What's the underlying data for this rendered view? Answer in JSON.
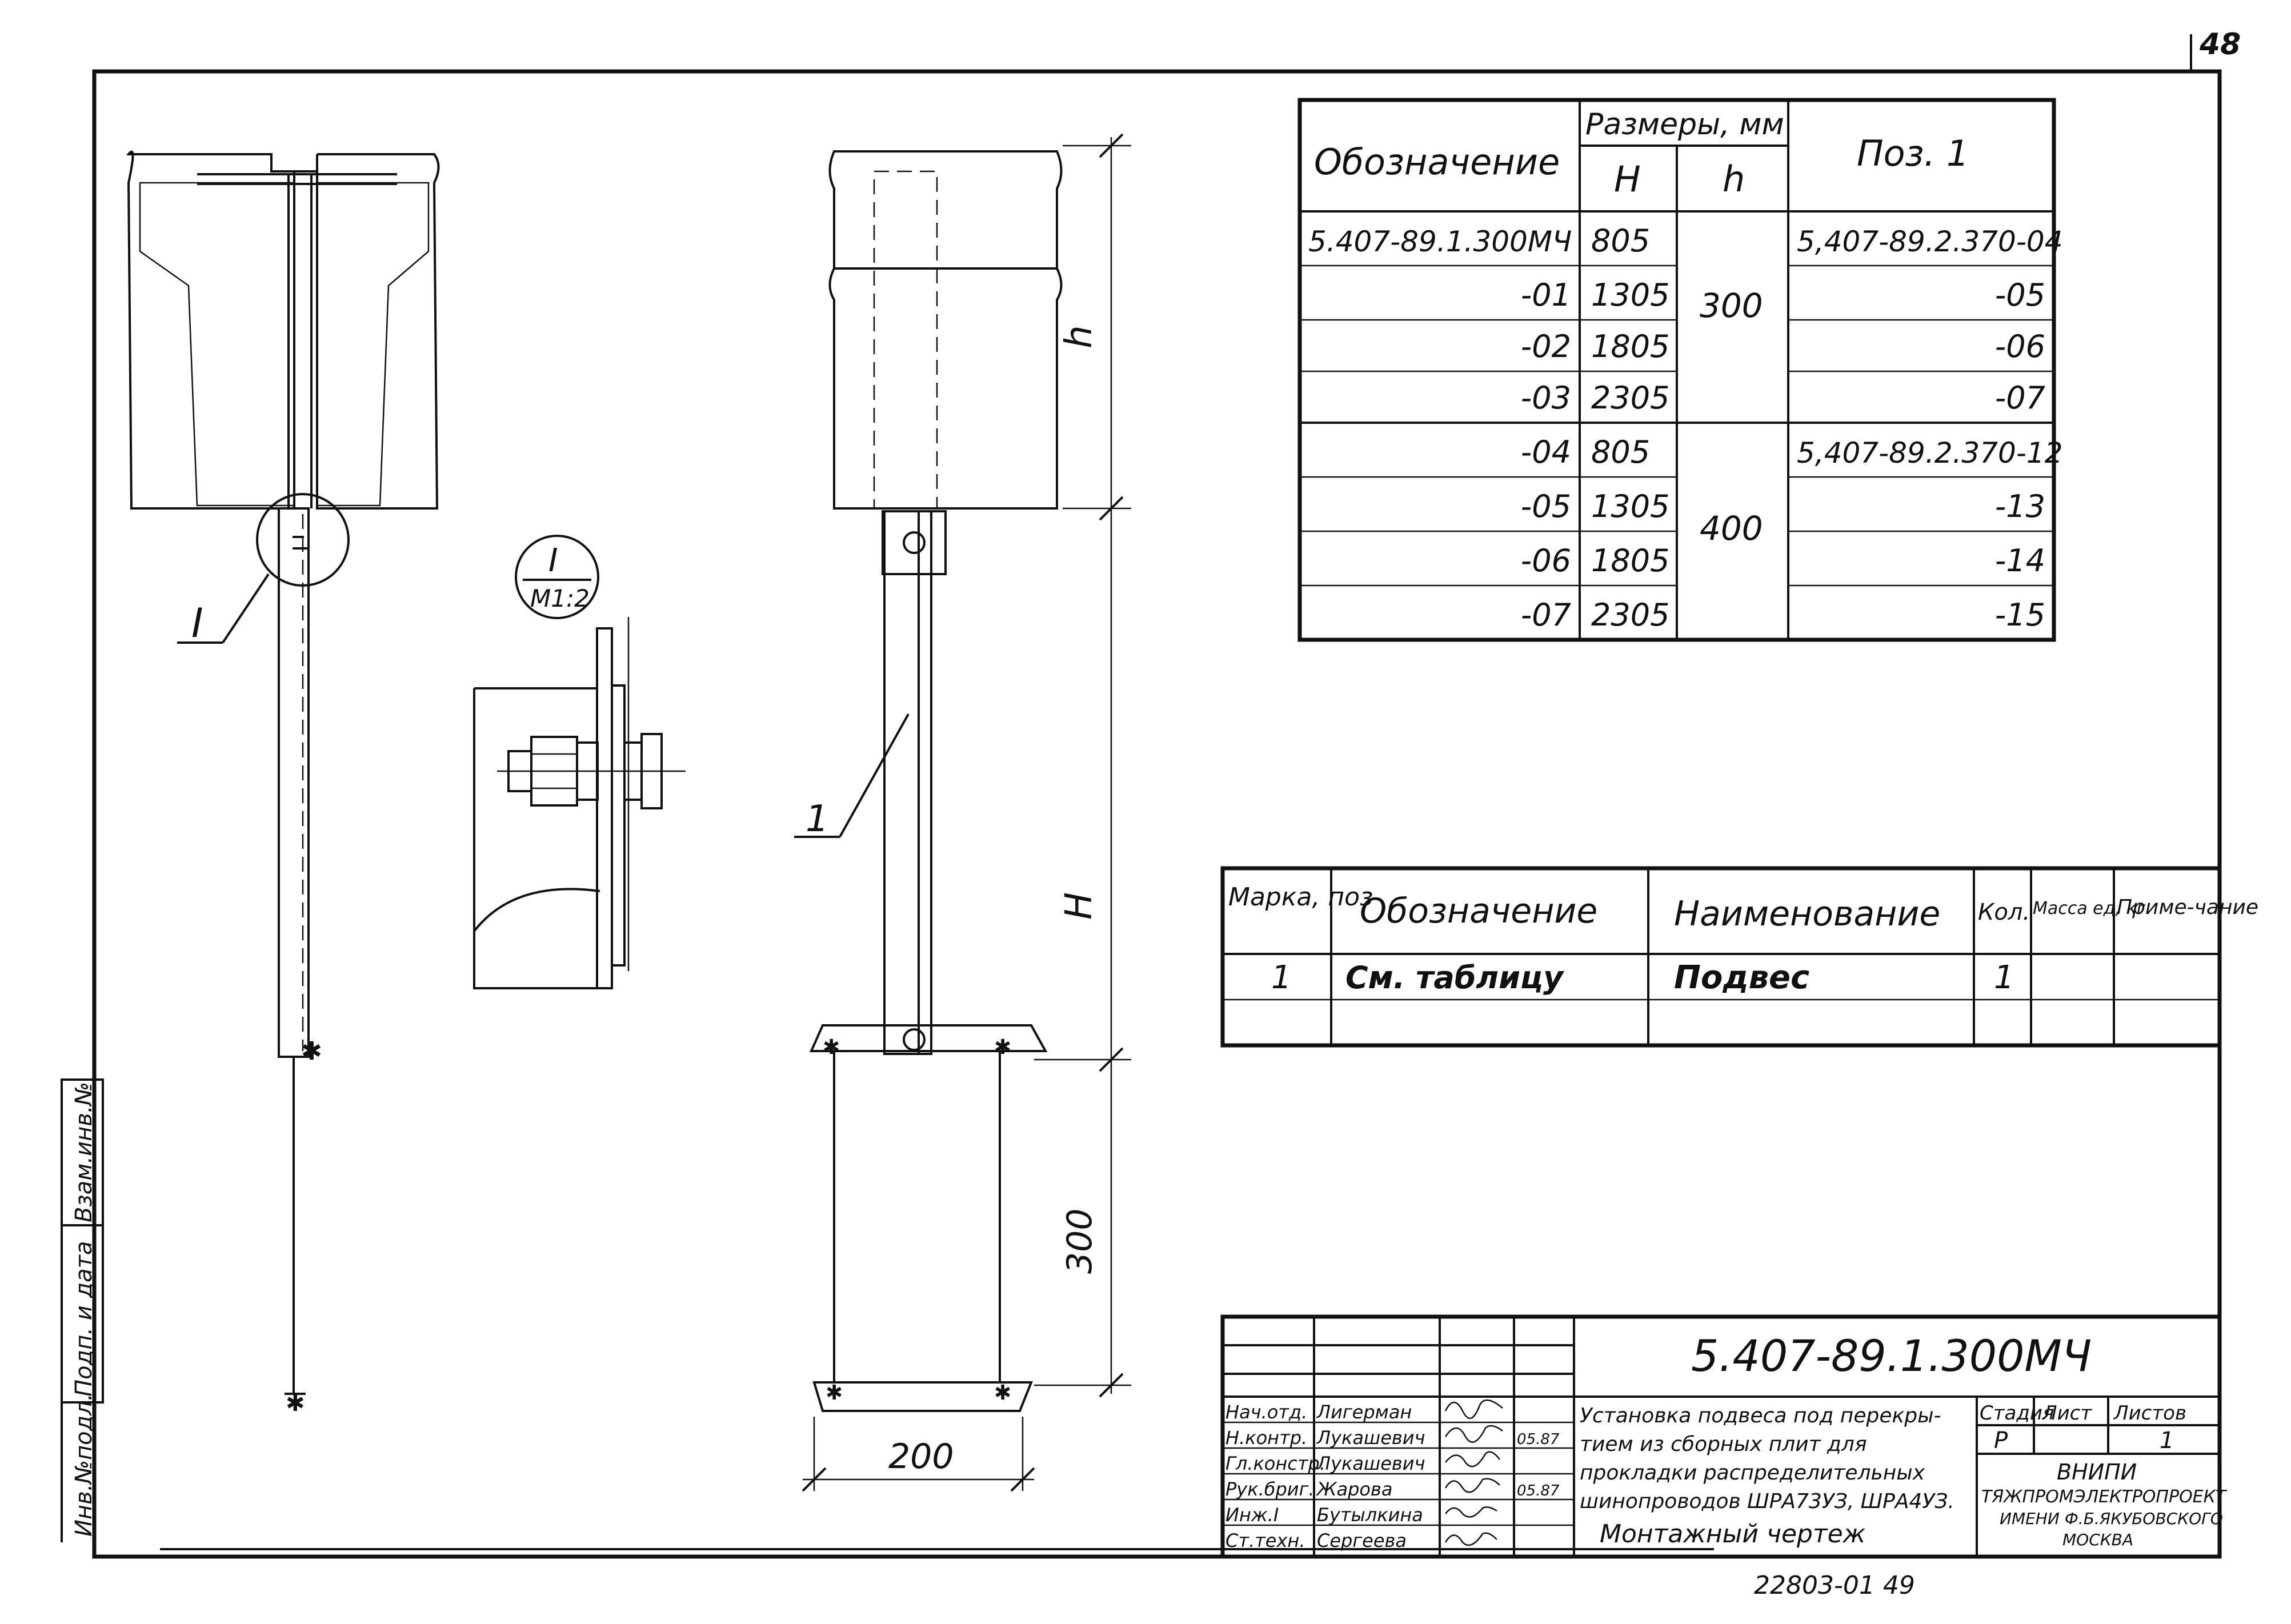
{
  "sheet": {
    "page_number": "48",
    "bottom_code": "22803-01 49",
    "side_labels": [
      "Взам.инв.№",
      "Подп. и дата",
      "Инв.№подл."
    ]
  },
  "left_view": {
    "callout_label": "I"
  },
  "detail": {
    "label": "I",
    "scale": "М1:2"
  },
  "middle_view": {
    "dim_h": "h",
    "dim_H": "H",
    "dim_300": "300",
    "dim_200": "200",
    "position_label": "1"
  },
  "dims_table": {
    "col_designation": "Обозначение",
    "col_sizes": "Размеры, мм",
    "col_H": "H",
    "col_h": "h",
    "col_pos": "Поз. 1",
    "rows": [
      {
        "designation": "5.407-89.1.300МЧ",
        "H": "805",
        "h": "",
        "pos": "5,407-89.2.370-04"
      },
      {
        "designation": "-01",
        "H": "1305",
        "h": "300",
        "pos": "-05"
      },
      {
        "designation": "-02",
        "H": "1805",
        "h": "",
        "pos": "-06"
      },
      {
        "designation": "-03",
        "H": "2305",
        "h": "",
        "pos": "-07"
      },
      {
        "designation": "-04",
        "H": "805",
        "h": "",
        "pos": "5,407-89.2.370-12"
      },
      {
        "designation": "-05",
        "H": "1305",
        "h": "400",
        "pos": "-13"
      },
      {
        "designation": "-06",
        "H": "1805",
        "h": "",
        "pos": "-14"
      },
      {
        "designation": "-07",
        "H": "2305",
        "h": "",
        "pos": "-15"
      }
    ]
  },
  "spec_table": {
    "headers": [
      "Марка, поз",
      "Обозначение",
      "Наименование",
      "Кол.",
      "Масса ед, кг",
      "Приме-чание"
    ],
    "rows": [
      [
        "1",
        "См. таблицу",
        "Подвес",
        "1",
        "",
        ""
      ]
    ]
  },
  "title_block": {
    "doc_code": "5.407-89.1.300МЧ",
    "people": [
      {
        "role": "Нач.отд.",
        "name": "Лигерман",
        "date": ""
      },
      {
        "role": "Н.контр.",
        "name": "Лукашевич",
        "date": "05.87"
      },
      {
        "role": "Гл.констр.",
        "name": "Лукашевич",
        "date": ""
      },
      {
        "role": "Рук.бриг.",
        "name": "Жарова",
        "date": "05.87"
      },
      {
        "role": "Инж.I",
        "name": "Бутылкина",
        "date": ""
      },
      {
        "role": "Ст.техн.",
        "name": "Сергеева",
        "date": ""
      }
    ],
    "title_lines": [
      "Установка подвеса под перекры-",
      "тием из сборных плит для",
      "прокладки распределительных",
      "шинопроводов ШРА73УЗ, ШРА4УЗ."
    ],
    "drawing_type": "Монтажный чертеж",
    "stage_header": "Стадия",
    "sheet_header": "Лист",
    "sheets_header": "Листов",
    "stage": "Р",
    "sheet": "",
    "sheets": "1",
    "org_line1": "ВНИПИ",
    "org_line2": "ТЯЖПРОМЭЛЕКТРОПРОЕКТ",
    "org_line3": "ИМЕНИ Ф.Б.ЯКУБОВСКОГО",
    "org_line4": "МОСКВА"
  }
}
